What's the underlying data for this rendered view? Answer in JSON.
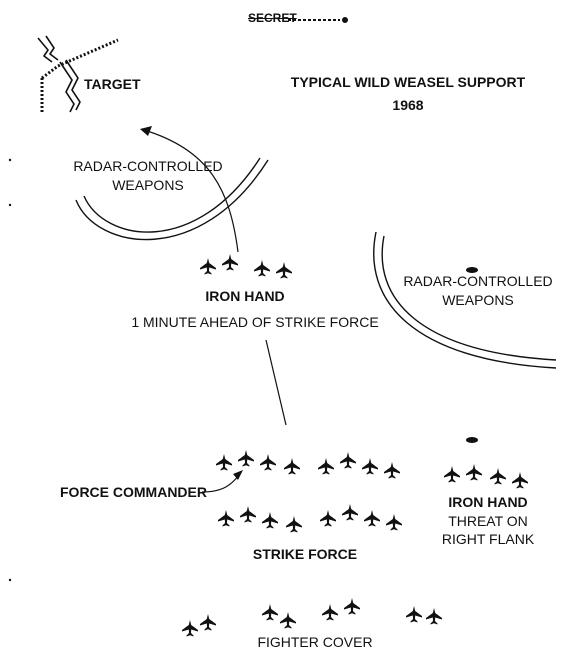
{
  "header": {
    "classification": "SECRET"
  },
  "title": {
    "line1": "TYPICAL WILD WEASEL SUPPORT",
    "line2": "1968"
  },
  "labels": {
    "target": "TARGET",
    "radar_left_1": "RADAR-CONTROLLED",
    "radar_left_2": "WEAPONS",
    "radar_right_1": "RADAR-CONTROLLED",
    "radar_right_2": "WEAPONS",
    "iron_hand_lead": "IRON HAND",
    "iron_hand_lead_note": "1 MINUTE AHEAD OF STRIKE FORCE",
    "force_commander": "FORCE COMMANDER",
    "strike_force": "STRIKE FORCE",
    "iron_hand_flank": "IRON HAND",
    "threat_1": "THREAT ON",
    "threat_2": "RIGHT FLANK",
    "fighter_cover": "FIGHTER COVER"
  },
  "colors": {
    "ink": "#111111",
    "background": "#ffffff"
  }
}
